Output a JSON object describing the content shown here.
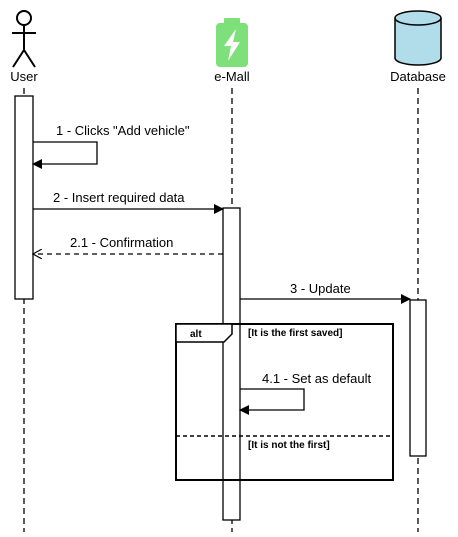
{
  "participants": {
    "user": {
      "label": "User",
      "icon": "actor-icon"
    },
    "emall": {
      "label": "e-Mall",
      "icon": "battery-icon",
      "color": "#7EE07A"
    },
    "database": {
      "label": "Database",
      "icon": "database-icon",
      "color": "#B1DDEA"
    }
  },
  "messages": [
    {
      "id": "m1",
      "label": "1 - Clicks \"Add vehicle\"",
      "from": "User",
      "to": "User",
      "style": "solid"
    },
    {
      "id": "m2",
      "label": "2 - Insert required data",
      "from": "User",
      "to": "e-Mall",
      "style": "solid"
    },
    {
      "id": "m3",
      "label": "2.1 - Confirmation",
      "from": "e-Mall",
      "to": "User",
      "style": "dashed"
    },
    {
      "id": "m4",
      "label": "3 - Update",
      "from": "e-Mall",
      "to": "Database",
      "style": "solid"
    },
    {
      "id": "m5",
      "label": "4.1 - Set as default",
      "from": "e-Mall",
      "to": "e-Mall",
      "style": "solid"
    }
  ],
  "alt_fragment": {
    "keyword": "alt",
    "guard_1": "[It is the first saved]",
    "guard_2": "[It is not the first]"
  }
}
